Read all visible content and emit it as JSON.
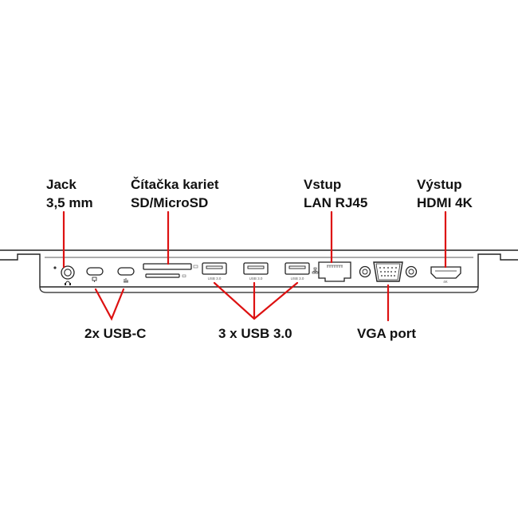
{
  "callouts": {
    "jack": {
      "line1": "Jack",
      "line2": "3,5 mm"
    },
    "card_reader": {
      "line1": "Čítačka kariet",
      "line2": "SD/MicroSD"
    },
    "lan": {
      "line1": "Vstup",
      "line2": "LAN RJ45"
    },
    "hdmi": {
      "line1": "Výstup",
      "line2": "HDMI 4K"
    },
    "usb_c": {
      "text": "2x USB-C"
    },
    "usb3": {
      "text": "3 x USB 3.0"
    },
    "vga": {
      "text": "VGA port"
    }
  },
  "port_labels": {
    "usb1": "USB 3.0",
    "usb2": "USB 3.0",
    "usb3": "USB 3.0",
    "hdmi": "4K"
  },
  "colors": {
    "callout_line": "#dd1111",
    "outline": "#222222",
    "text": "#111111"
  }
}
